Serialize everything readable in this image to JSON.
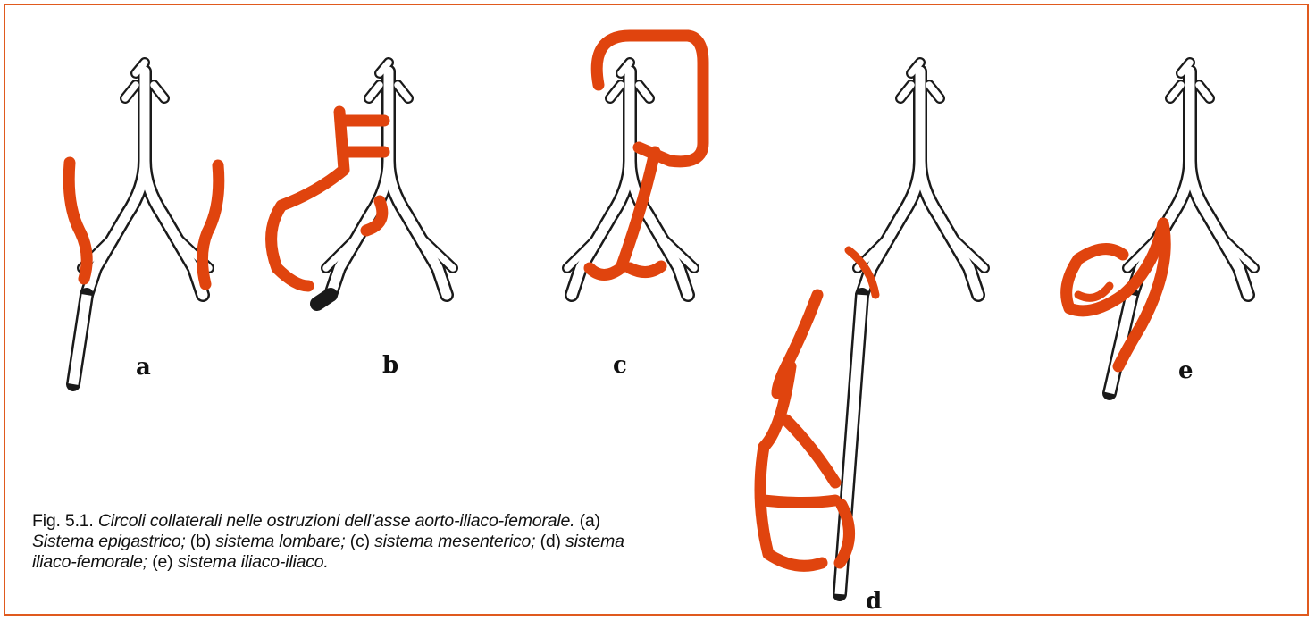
{
  "figure": {
    "panels": [
      {
        "letter": "a",
        "system": "Sistema epigastrico"
      },
      {
        "letter": "b",
        "system": "sistema lombare"
      },
      {
        "letter": "c",
        "system": "sistema mesenterico"
      },
      {
        "letter": "d",
        "system": "sistema iliaco-femorale"
      },
      {
        "letter": "e",
        "system": "sistema iliaco-iliaco"
      }
    ],
    "colors": {
      "collateral": "#e0440e",
      "vessel_outline": "#1a1a1a",
      "border": "#e05a1e"
    }
  },
  "caption": {
    "label": "Fig. 5.1.",
    "title": "Circoli collaterali nelle ostruzioni dell’asse aorto-iliaco-femorale.",
    "items": [
      {
        "marker": "(a)",
        "text": "Sistema epigastrico;"
      },
      {
        "marker": "(b)",
        "text": "sistema lombare;"
      },
      {
        "marker": "(c)",
        "text": "sistema mesenterico;"
      },
      {
        "marker": "(d)",
        "text": "sistema iliaco-femorale;"
      },
      {
        "marker": "(e)",
        "text": "sistema iliaco-iliaco."
      }
    ]
  }
}
